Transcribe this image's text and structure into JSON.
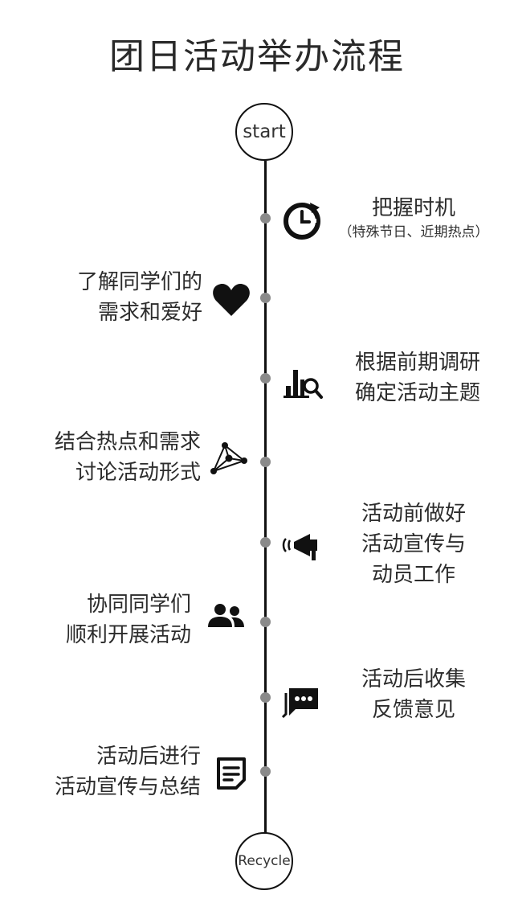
{
  "title": "团日活动举办流程",
  "start_label": "start",
  "end_label": "Recycle",
  "steps": [
    {
      "lines": [
        "把握时机"
      ],
      "note": "（特殊节日、近期热点）",
      "icon": "clock-refresh-icon",
      "side": "right"
    },
    {
      "lines": [
        "了解同学们的",
        "需求和爱好"
      ],
      "icon": "heart-icon",
      "side": "left"
    },
    {
      "lines": [
        "根据前期调研",
        "确定活动主题"
      ],
      "icon": "chart-search-icon",
      "side": "right"
    },
    {
      "lines": [
        "结合热点和需求",
        "讨论活动形式"
      ],
      "icon": "network-icon",
      "side": "left"
    },
    {
      "lines": [
        "活动前做好",
        "活动宣传与",
        "动员工作"
      ],
      "icon": "megaphone-icon",
      "side": "right"
    },
    {
      "lines": [
        "协同同学们",
        "顺利开展活动"
      ],
      "icon": "people-icon",
      "side": "left"
    },
    {
      "lines": [
        "活动后收集",
        "反馈意见"
      ],
      "icon": "chat-icon",
      "side": "right"
    },
    {
      "lines": [
        "活动后进行",
        "活动宣传与总结"
      ],
      "icon": "note-icon",
      "side": "left"
    }
  ],
  "colors": {
    "line": "#111111",
    "dot": "#8a8a8a",
    "text": "#2c2c2c"
  }
}
